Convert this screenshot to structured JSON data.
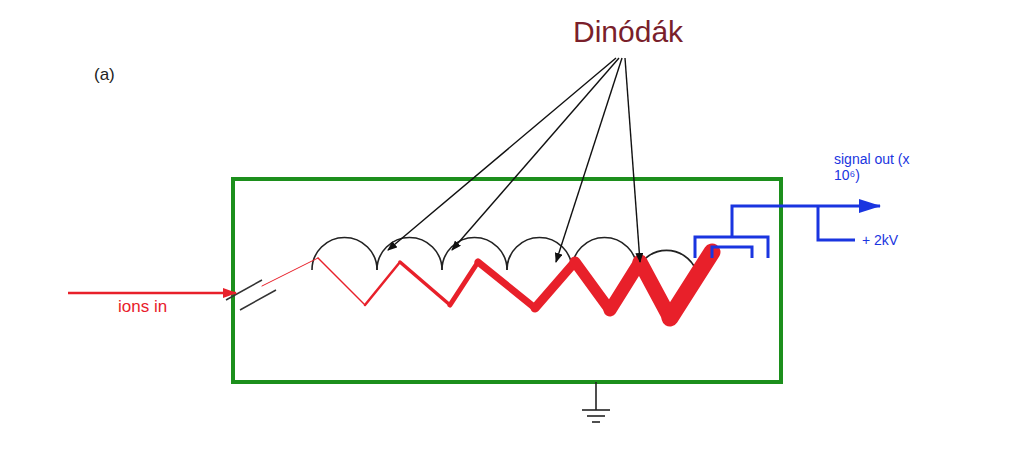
{
  "diagram": {
    "labels": [
      "Dinódák",
      "(a)",
      "signal out (x 10⁶)",
      "+ 2kV",
      "ions in"
    ]
  }
}
